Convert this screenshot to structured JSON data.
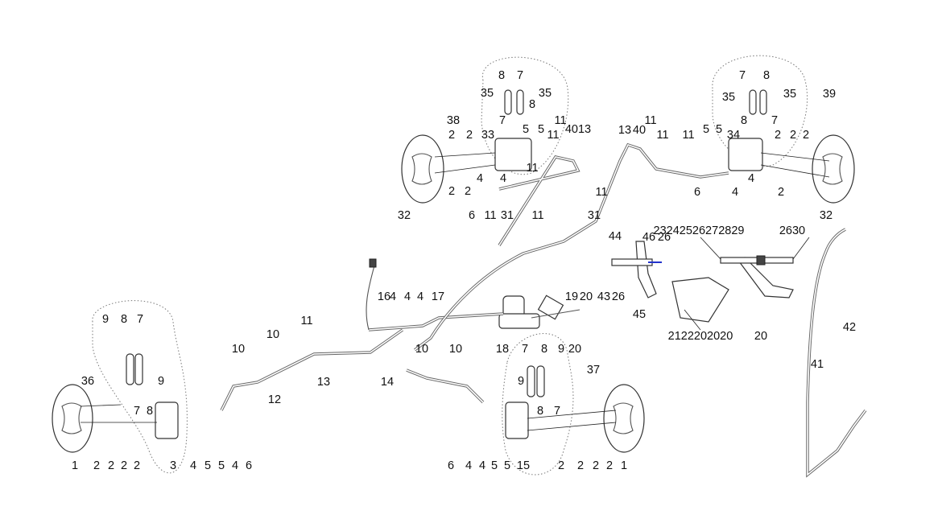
{
  "diagram": {
    "part_labels": [
      "8",
      "7",
      "35",
      "35",
      "8",
      "38",
      "7",
      "5",
      "5",
      "11",
      "4013",
      "2",
      "2",
      "33",
      "11",
      "11",
      "4",
      "4",
      "2",
      "2",
      "6",
      "11",
      "31",
      "11",
      "32",
      "13",
      "40",
      "11",
      "11",
      "11",
      "5",
      "5",
      "34",
      "2",
      "2",
      "2",
      "4",
      "4",
      "6",
      "2",
      "32",
      "11",
      "31",
      "7",
      "8",
      "35",
      "35",
      "39",
      "8",
      "7",
      "44",
      "46",
      "26",
      "43",
      "26",
      "45",
      "23242526272829",
      "2630",
      "2122202020",
      "20",
      "42",
      "41",
      "16",
      "4",
      "4",
      "4",
      "17",
      "19",
      "20",
      "10",
      "18",
      "20",
      "11",
      "10",
      "10",
      "13",
      "12",
      "14",
      "10",
      "9",
      "8",
      "7",
      "36",
      "9",
      "7",
      "8",
      "1",
      "2",
      "2",
      "2",
      "2",
      "3",
      "4",
      "5",
      "5",
      "4",
      "6",
      "7",
      "8",
      "9",
      "37",
      "9",
      "8",
      "7",
      "6",
      "4",
      "4",
      "5",
      "5",
      "15",
      "2",
      "2",
      "2",
      "2",
      "1"
    ],
    "highlight_color": "#2233cc"
  }
}
